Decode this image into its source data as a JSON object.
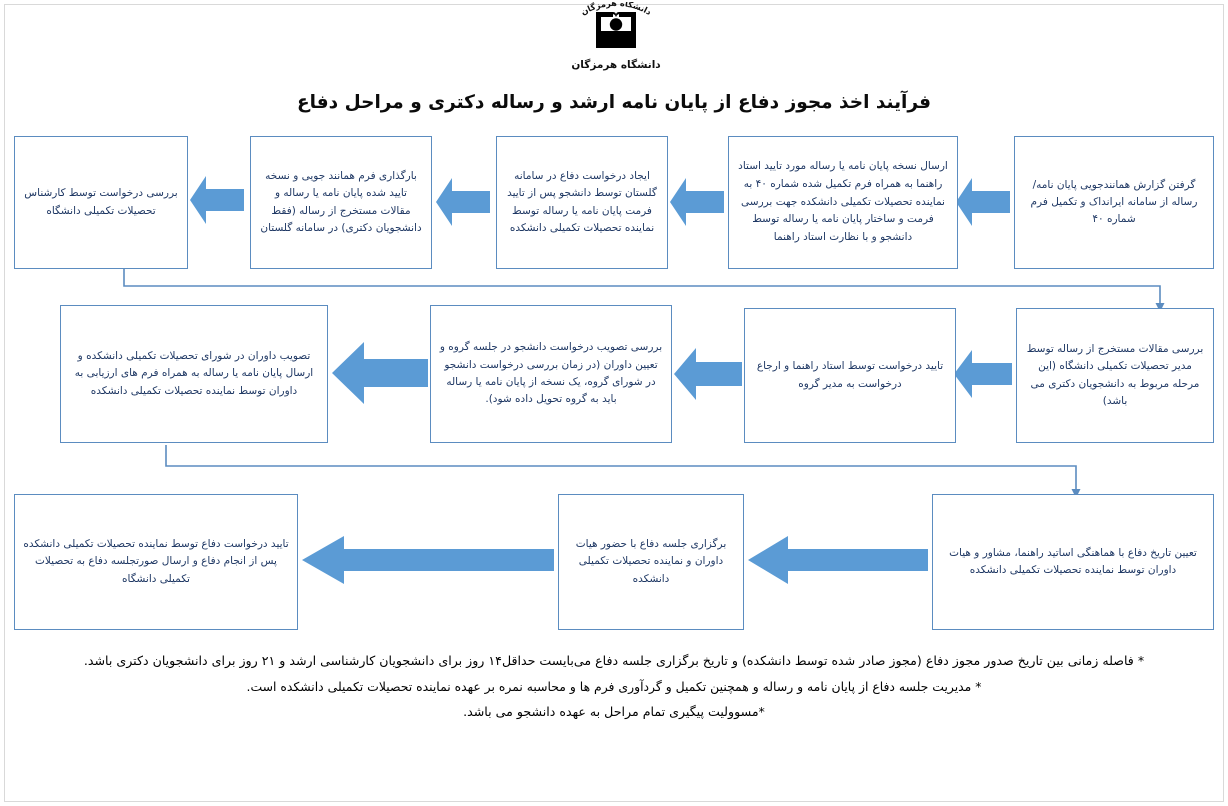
{
  "header": {
    "logo_icon": "university-book-emblem",
    "logo_arc_text": "دانشگاه هرمزگان",
    "university_name": "دانشگاه هرمزگان",
    "title": "فرآیند اخذ مجوز دفاع از پایان نامه ارشد و رساله دکتری و مراحل دفاع"
  },
  "colors": {
    "box_border": "#5b8cc0",
    "arrow_fill": "#5b9bd5",
    "arrow_stroke": "#5b9bd5",
    "text": "#1f3864",
    "connector": "#5b8cc0",
    "page_border": "#d9d9d9"
  },
  "flow": {
    "rows": [
      {
        "row": 1,
        "nodes": [
          {
            "id": "step-1",
            "order": 1,
            "text": "گرفتن گزارش همانندجویی  پایان نامه/ رساله از سامانه ایرانداک و تکمیل فرم شماره ۴۰"
          },
          {
            "id": "step-2",
            "order": 2,
            "text": "ارسال نسخه پایان نامه یا رساله مورد تایید استاد راهنما به همراه فرم تکمیل شده شماره ۴۰ به نماینده تحصیلات تکمیلی دانشکده جهت بررسی فرمت و ساختار پایان نامه یا رساله توسط دانشجو و با نظارت استاد راهنما"
          },
          {
            "id": "step-3",
            "order": 3,
            "text": "ایجاد درخواست دفاع در سامانه گلستان توسط دانشجو پس از تایید فرمت پایان نامه یا رساله توسط نماینده تحصیلات تکمیلی دانشکده"
          },
          {
            "id": "step-4",
            "order": 4,
            "text": "بارگذاری فرم همانند جویی و نسخه تایید شده پایان نامه یا رساله و مقالات مستخرج از رساله (فقط دانشجویان دکتری) در سامانه گلستان"
          },
          {
            "id": "step-5",
            "order": 5,
            "text": "بررسی درخواست توسط کارشناس تحصیلات تکمیلی دانشگاه"
          }
        ]
      },
      {
        "row": 2,
        "nodes": [
          {
            "id": "step-6",
            "order": 6,
            "text": "بررسی مقالات مستخرج از رساله توسط مدیر تحصیلات تکمیلی دانشگاه (این مرحله مربوط به دانشجویان دکتری می باشد)"
          },
          {
            "id": "step-7",
            "order": 7,
            "text": "تایید درخواست توسط استاد راهنما و ارجاع درخواست به مدیر گروه"
          },
          {
            "id": "step-8",
            "order": 8,
            "text": "بررسی تصویب درخواست دانشجو در جلسه گروه و تعیین داوران (در زمان بررسی درخواست دانشجو در شورای گروه، یک نسخه از پایان نامه یا رساله باید به گروه تحویل داده شود)."
          },
          {
            "id": "step-9",
            "order": 9,
            "text": "تصویب داوران در شورای تحصیلات تکمیلی دانشکده و ارسال پایان نامه یا رساله به همراه فرم های ارزیابی به داوران توسط نماینده تحصیلات تکمیلی دانشکده"
          }
        ]
      },
      {
        "row": 3,
        "nodes": [
          {
            "id": "step-10",
            "order": 10,
            "text": "تعیین تاریخ دفاع با هماهنگی اساتید راهنما، مشاور و هیات داوران توسط نماینده تحصیلات تکمیلی دانشکده"
          },
          {
            "id": "step-11",
            "order": 11,
            "text": "برگزاری جلسه دفاع با حضور هیات داوران و نماینده تحصیلات تکمیلی دانشکده"
          },
          {
            "id": "step-12",
            "order": 12,
            "text": "تایید درخواست دفاع توسط نماینده تحصیلات تکمیلی دانشکده پس از انجام دفاع و ارسال صورتجلسه دفاع به تحصیلات تکمیلی دانشگاه"
          }
        ]
      }
    ]
  },
  "notes": [
    "* فاصله زمانی بین تاریخ صدور مجوز دفاع (مجوز صادر شده توسط دانشکده) و تاریخ برگزاری جلسه دفاع می‌بایست حداقل۱۴ روز برای دانشجویان کارشناسی ارشد و ۲۱ روز برای دانشجویان دکتری باشد.",
    "* مدیریت جلسه دفاع از پایان نامه و رساله و همچنین تکمیل و گردآوری فرم ها و محاسبه نمره بر عهده نماینده تحصیلات تکمیلی دانشکده است.",
    "*مسوولیت پیگیری تمام مراحل به عهده دانشجو می باشد."
  ]
}
